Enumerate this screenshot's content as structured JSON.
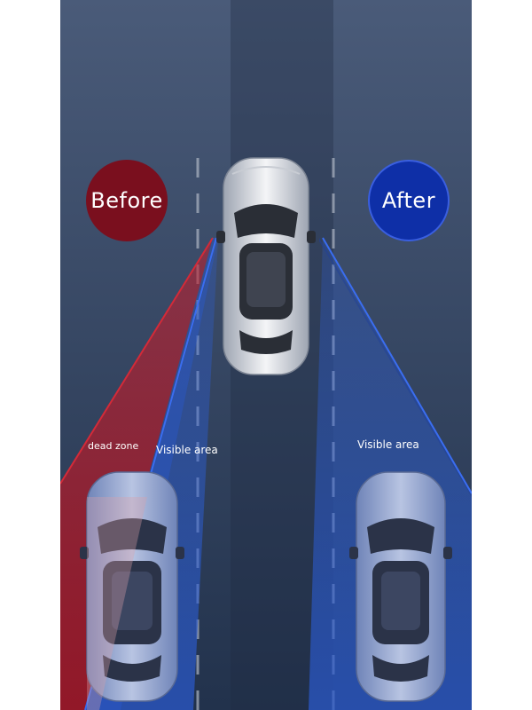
{
  "badges": {
    "before": "Before",
    "after": "After"
  },
  "labels": {
    "dead_zone": "dead zone",
    "visible_area_left": "Visible area",
    "visible_area_right": "Visible area"
  },
  "colors": {
    "road_top": "#4a5b79",
    "road_bottom": "#22324c",
    "before_badge": "#7a0f1e",
    "after_badge": "#0e2fa7",
    "dead_zone_fill": "#b01e2c",
    "visible_fill": "#2d5fd6"
  }
}
